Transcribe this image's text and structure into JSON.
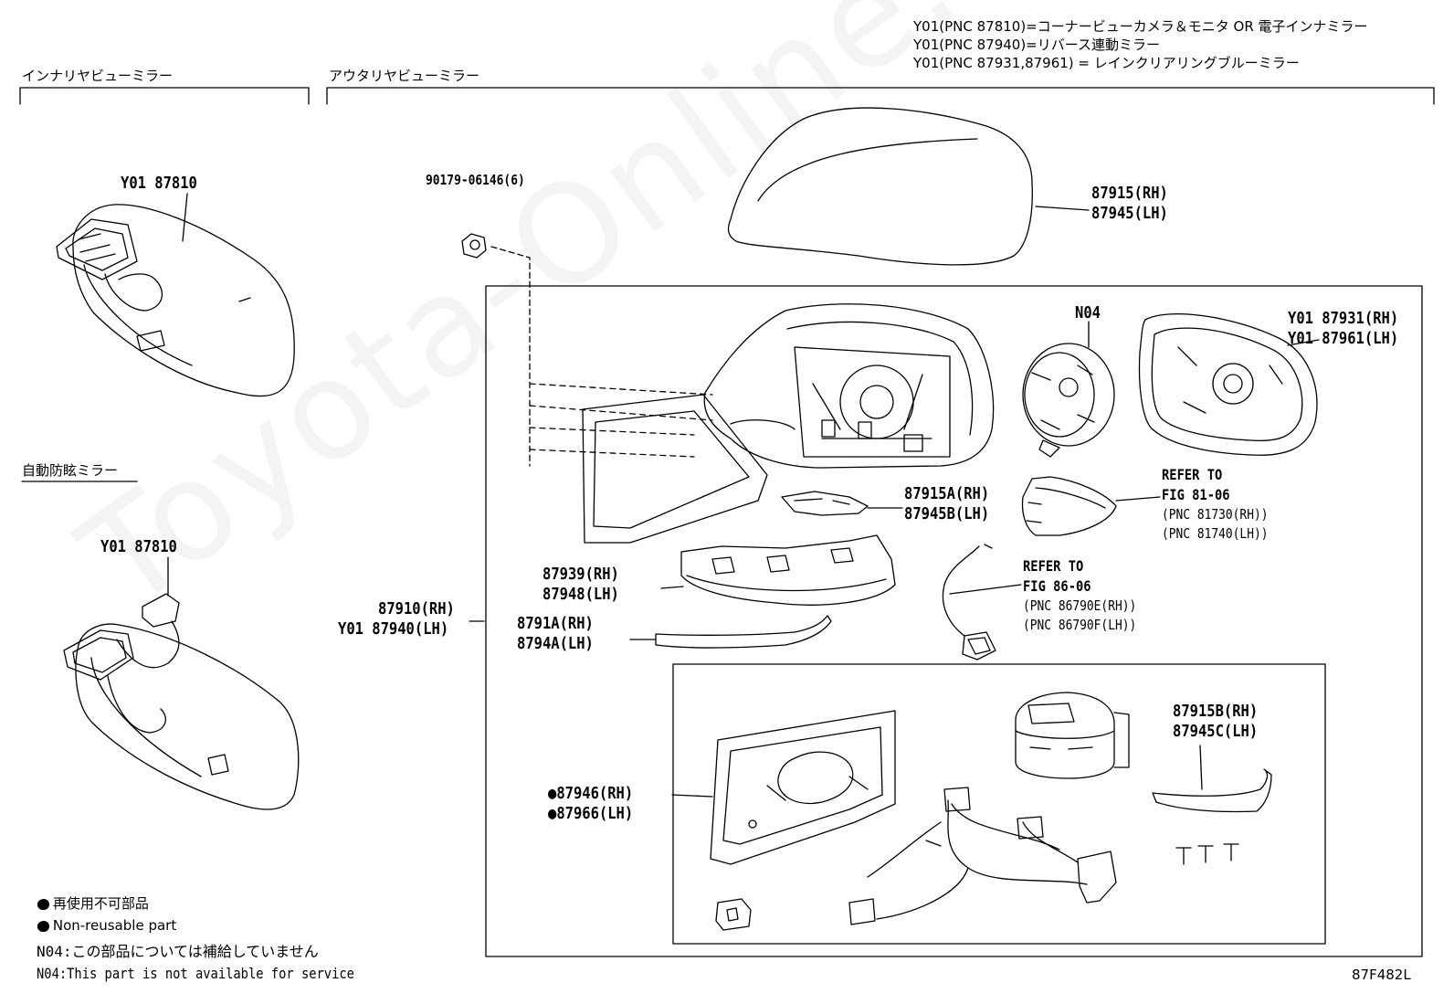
{
  "header_notes": [
    "Y01(PNC 87810)=コーナービューカメラ＆モニタ OR 電子インナミラー",
    "Y01(PNC 87940)=リバース連動ミラー",
    "Y01(PNC 87931,87961) = レインクリアリングブルーミラー"
  ],
  "sections": {
    "inner": "インナリヤビューミラー",
    "outer": "アウタリヤビューミラー",
    "auto": "自動防眩ミラー"
  },
  "labels": {
    "inner_mirror_1": "Y01 87810",
    "inner_mirror_2": "Y01 87810",
    "nut": "90179-06146(6)",
    "cover_rh": "87915(RH)",
    "cover_lh": "87945(LH)",
    "n04": "N04",
    "glass_rh": "Y01 87931(RH)",
    "glass_lh": "Y01 87961(LH)",
    "cover_a_rh": "87915A(RH)",
    "cover_a_lh": "87945B(LH)",
    "ref81_1": "REFER TO",
    "ref81_2": "FIG 81-06",
    "ref81_3": "(PNC 81730(RH))",
    "ref81_4": "(PNC 81740(LH))",
    "lamp_rh": "87939(RH)",
    "lamp_lh": "87948(LH)",
    "ref86_1": "REFER TO",
    "ref86_2": "FIG 86-06",
    "ref86_3": "(PNC 86790E(RH))",
    "ref86_4": "(PNC 86790F(LH))",
    "assy_rh": "87910(RH)",
    "assy_lh": "Y01 87940(LH)",
    "garnish_rh": "8791A(RH)",
    "garnish_lh": "8794A(LH)",
    "cover_b_rh": "87915B(RH)",
    "cover_b_lh": "87945C(LH)",
    "body_rh": "●87946(RH)",
    "body_lh": "●87966(LH)"
  },
  "legend": {
    "nonreusable_jp": "● 再使用不可部品",
    "nonreusable_en": "● Non-reusable part",
    "n04_jp": "N04:この部品については補給していません",
    "n04_en": "N04:This part is not available for service"
  },
  "figure_code": "87F482L",
  "watermark": "Toyota-Online.ru"
}
